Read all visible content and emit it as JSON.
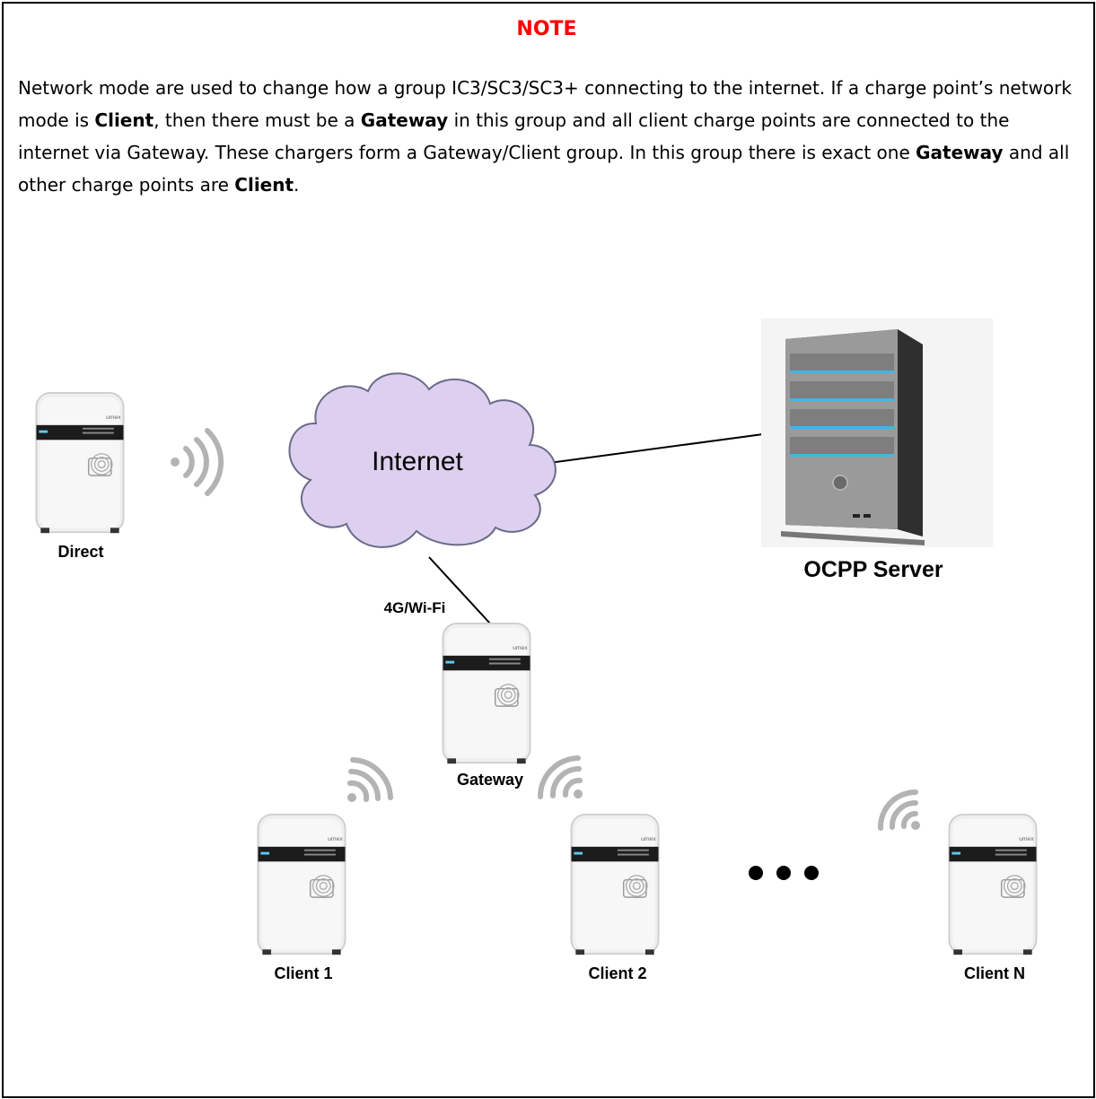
{
  "note": {
    "title": "NOTE",
    "body_parts": [
      "Network mode are used to change how a group IC3/SC3/SC3+ connecting to the internet. If a charge point’s network mode is ",
      "Client",
      ", then there must be a ",
      "Gateway",
      " in this group and all client charge points are connected to the internet via Gateway. These chargers form a Gateway/Client group. In this group there is exact one ",
      "Gateway",
      " and all other charge points are ",
      "Client",
      "."
    ]
  },
  "diagram": {
    "internet_label": "Internet",
    "server_label": "OCPP Server",
    "link_label": "4G/Wi-Fi",
    "devices": {
      "direct": "Direct",
      "gateway": "Gateway",
      "client1": "Client 1",
      "client2": "Client 2",
      "clientN": "Client N"
    }
  },
  "colors": {
    "note_title": "#ff0000",
    "cloud_fill": "#ddd0ef",
    "cloud_stroke": "#6a6a8a",
    "server_accent": "#3fb6e8",
    "charger_body": "#eeeeee",
    "charger_band": "#1c1c1c",
    "signal": "#b3b3b3"
  },
  "icons": [
    "charger-icon",
    "wifi-signal-icon",
    "cloud-icon",
    "server-icon",
    "ellipsis-icon"
  ]
}
